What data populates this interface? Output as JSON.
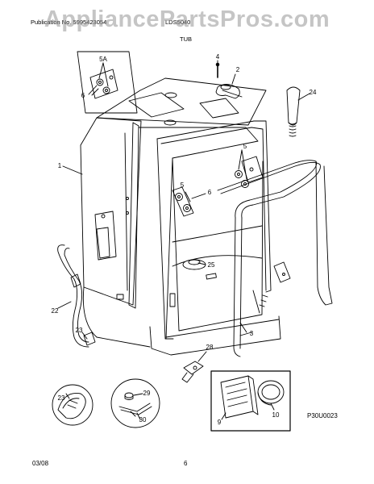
{
  "header": {
    "publication": "Publication No. 5995423054",
    "model": "LDS5040",
    "section": "TUB",
    "watermark": "AppliancePartsPros.com"
  },
  "callouts": {
    "c1": "1",
    "c2": "2",
    "c3": "3",
    "c4": "4",
    "c5a": "5A",
    "c5": "5",
    "c6a": "6",
    "c6b": "6",
    "c9": "9",
    "c10": "10",
    "c22": "22",
    "c23a": "23",
    "c23b": "23",
    "c24": "24",
    "c25": "25",
    "c28": "28",
    "c29": "29",
    "c30": "30"
  },
  "diagram_code": "P30U0023",
  "footer": {
    "date": "03/08",
    "page": "6"
  },
  "colors": {
    "line": "#000000",
    "watermark": "#969696"
  }
}
